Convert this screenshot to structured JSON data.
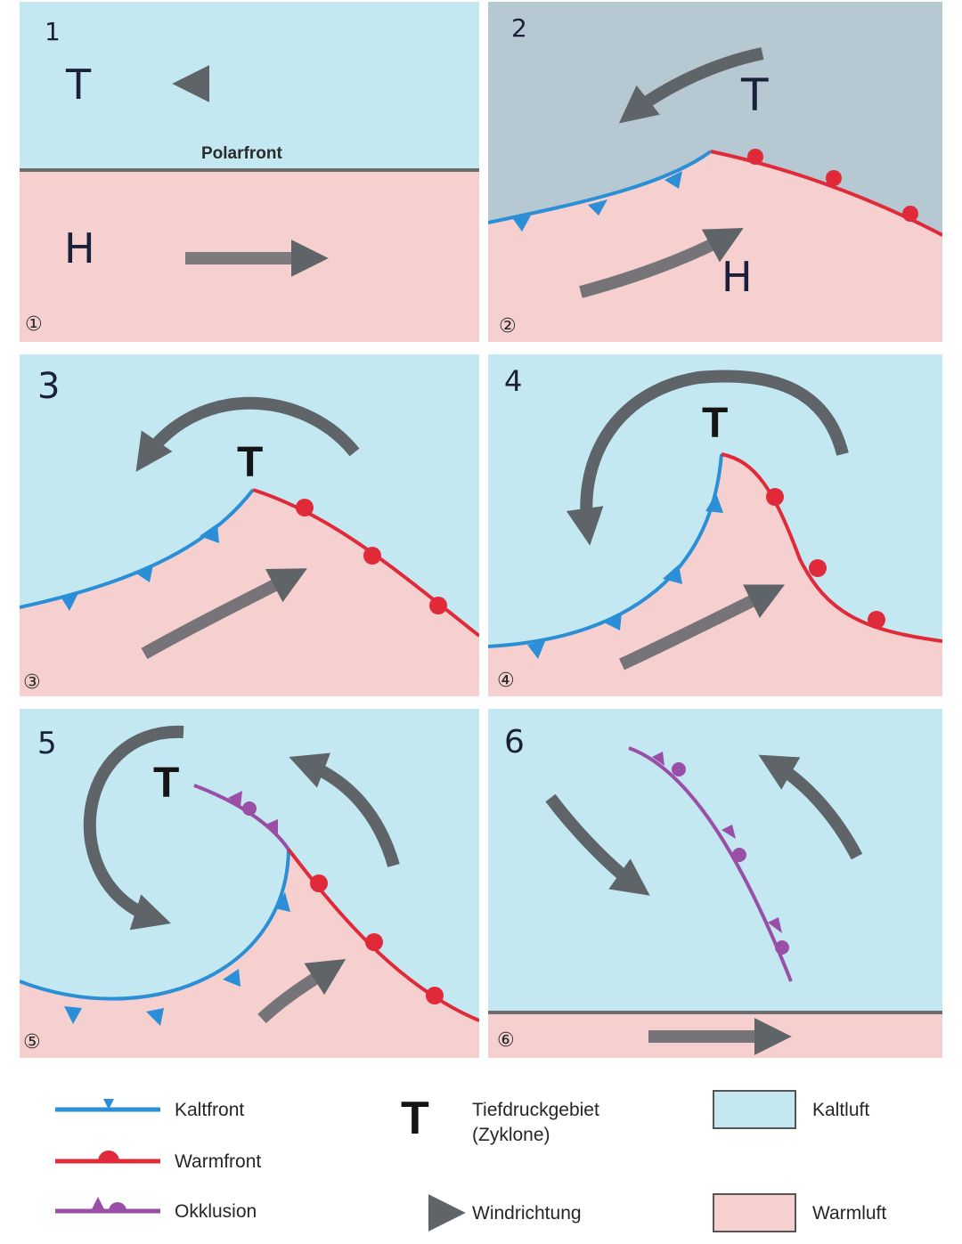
{
  "colors": {
    "cold_air": "#c3e8f1",
    "cold_air_dark": "#b6c9d2",
    "warm_air": "#f6cfcf",
    "cold_front": "#2a8fd6",
    "warm_front": "#e02a3a",
    "occlusion": "#9a4fa6",
    "wind_arrow": "#5f6468"
  },
  "panels": [
    {
      "hand_label": "1",
      "circled": "①",
      "low": "T",
      "high": "H",
      "front_label": "Polarfront"
    },
    {
      "hand_label": "2",
      "circled": "②",
      "low": "T",
      "high": "H"
    },
    {
      "hand_label": "3",
      "circled": "③",
      "low": "T"
    },
    {
      "hand_label": "4",
      "circled": "④",
      "low": "T"
    },
    {
      "hand_label": "5",
      "circled": "⑤",
      "low": "T"
    },
    {
      "hand_label": "6",
      "circled": "⑥"
    }
  ],
  "legend": {
    "cold_front": "Kaltfront",
    "warm_front": "Warmfront",
    "occlusion": "Okklusion",
    "low_symbol": "T",
    "low_line1": "Tiefdruckgebiet",
    "low_line2": "(Zyklone)",
    "wind": "Windrichtung",
    "cold_air": "Kaltluft",
    "warm_air": "Warmluft"
  }
}
